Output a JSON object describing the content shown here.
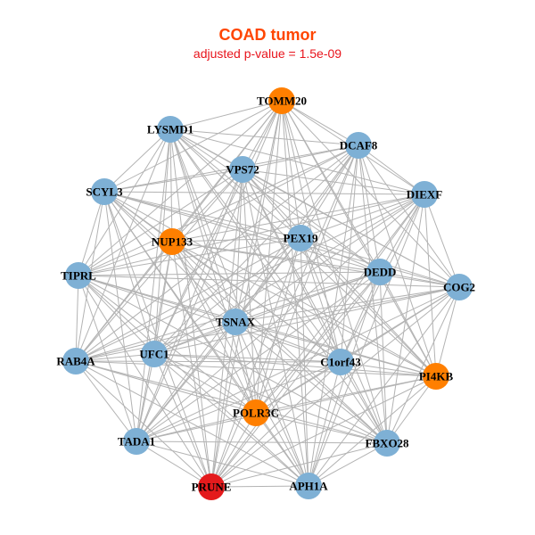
{
  "title": "COAD tumor",
  "subtitle": "adjusted p-value = 1.5e-09",
  "colors": {
    "normal": "#7eb0d5",
    "highlight": "#ff7f00",
    "query": "#e41a1c",
    "edge": "#b3b3b3"
  },
  "nodes": [
    {
      "name": "TOMM20",
      "type": "highlight"
    },
    {
      "name": "LYSMD1",
      "type": "normal"
    },
    {
      "name": "DCAF8",
      "type": "normal"
    },
    {
      "name": "VPS72",
      "type": "normal"
    },
    {
      "name": "SCYL3",
      "type": "normal"
    },
    {
      "name": "DIEXF",
      "type": "normal"
    },
    {
      "name": "NUP133",
      "type": "highlight"
    },
    {
      "name": "PEX19",
      "type": "normal"
    },
    {
      "name": "TIPRL",
      "type": "normal"
    },
    {
      "name": "DEDD",
      "type": "normal"
    },
    {
      "name": "COG2",
      "type": "normal"
    },
    {
      "name": "TSNAX",
      "type": "normal"
    },
    {
      "name": "UFC1",
      "type": "normal"
    },
    {
      "name": "RAB4A",
      "type": "normal"
    },
    {
      "name": "C1orf43",
      "type": "normal"
    },
    {
      "name": "PI4KB",
      "type": "highlight"
    },
    {
      "name": "POLR3C",
      "type": "highlight"
    },
    {
      "name": "FBXO28",
      "type": "normal"
    },
    {
      "name": "TADA1",
      "type": "normal"
    },
    {
      "name": "PRUNE",
      "type": "query"
    },
    {
      "name": "APH1A",
      "type": "normal"
    }
  ]
}
